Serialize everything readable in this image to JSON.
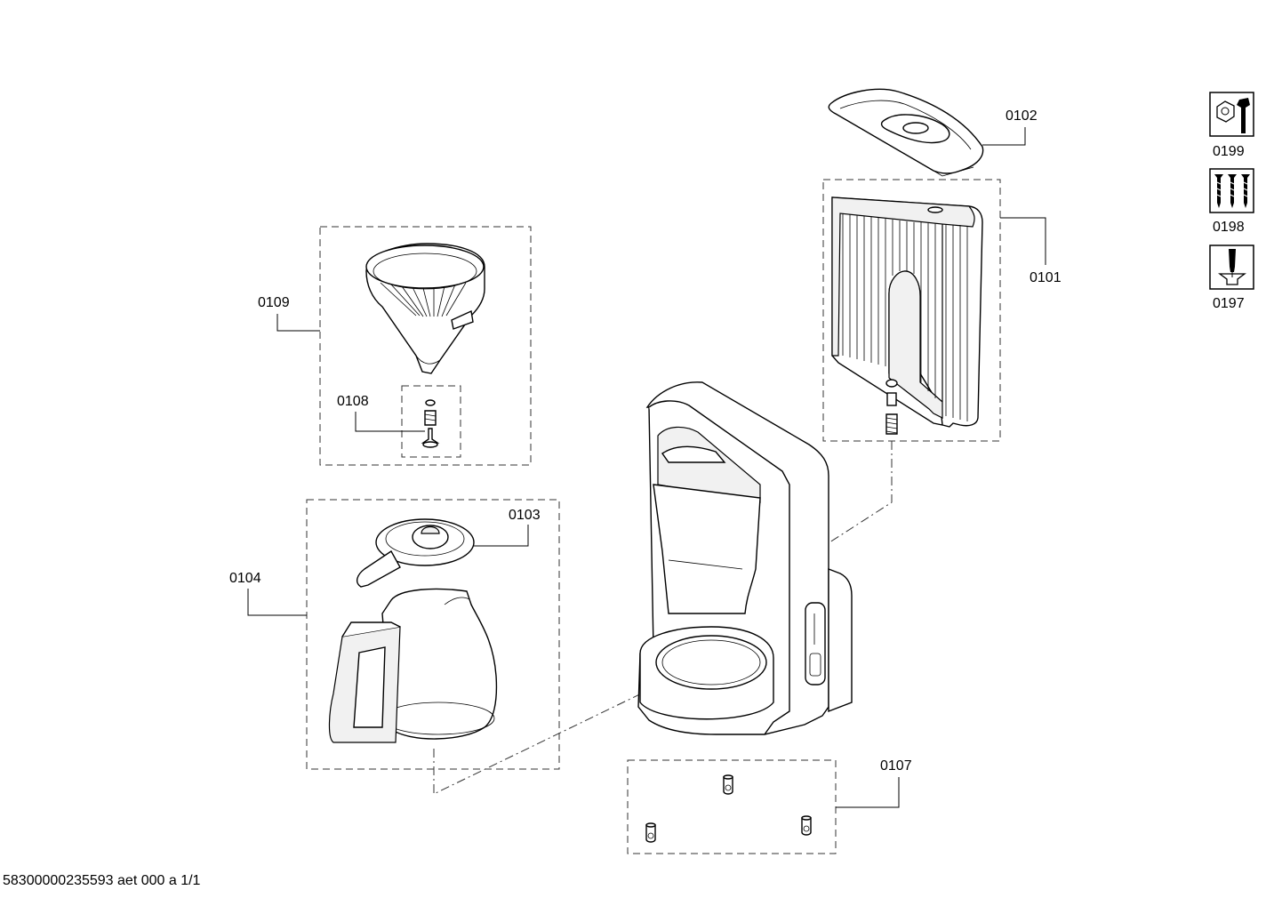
{
  "parts": [
    {
      "id": "p0101",
      "label": "0101"
    },
    {
      "id": "p0102",
      "label": "0102"
    },
    {
      "id": "p0103",
      "label": "0103"
    },
    {
      "id": "p0104",
      "label": "0104"
    },
    {
      "id": "p0107",
      "label": "0107"
    },
    {
      "id": "p0108",
      "label": "0108"
    },
    {
      "id": "p0109",
      "label": "0109"
    }
  ],
  "legend": [
    {
      "label": "0199",
      "icon": "nut-wrench-icon"
    },
    {
      "label": "0198",
      "icon": "screws-icon"
    },
    {
      "label": "0197",
      "icon": "screwdriver-icon"
    }
  ],
  "footer": "58300000235593 aet 000 a 1/1"
}
